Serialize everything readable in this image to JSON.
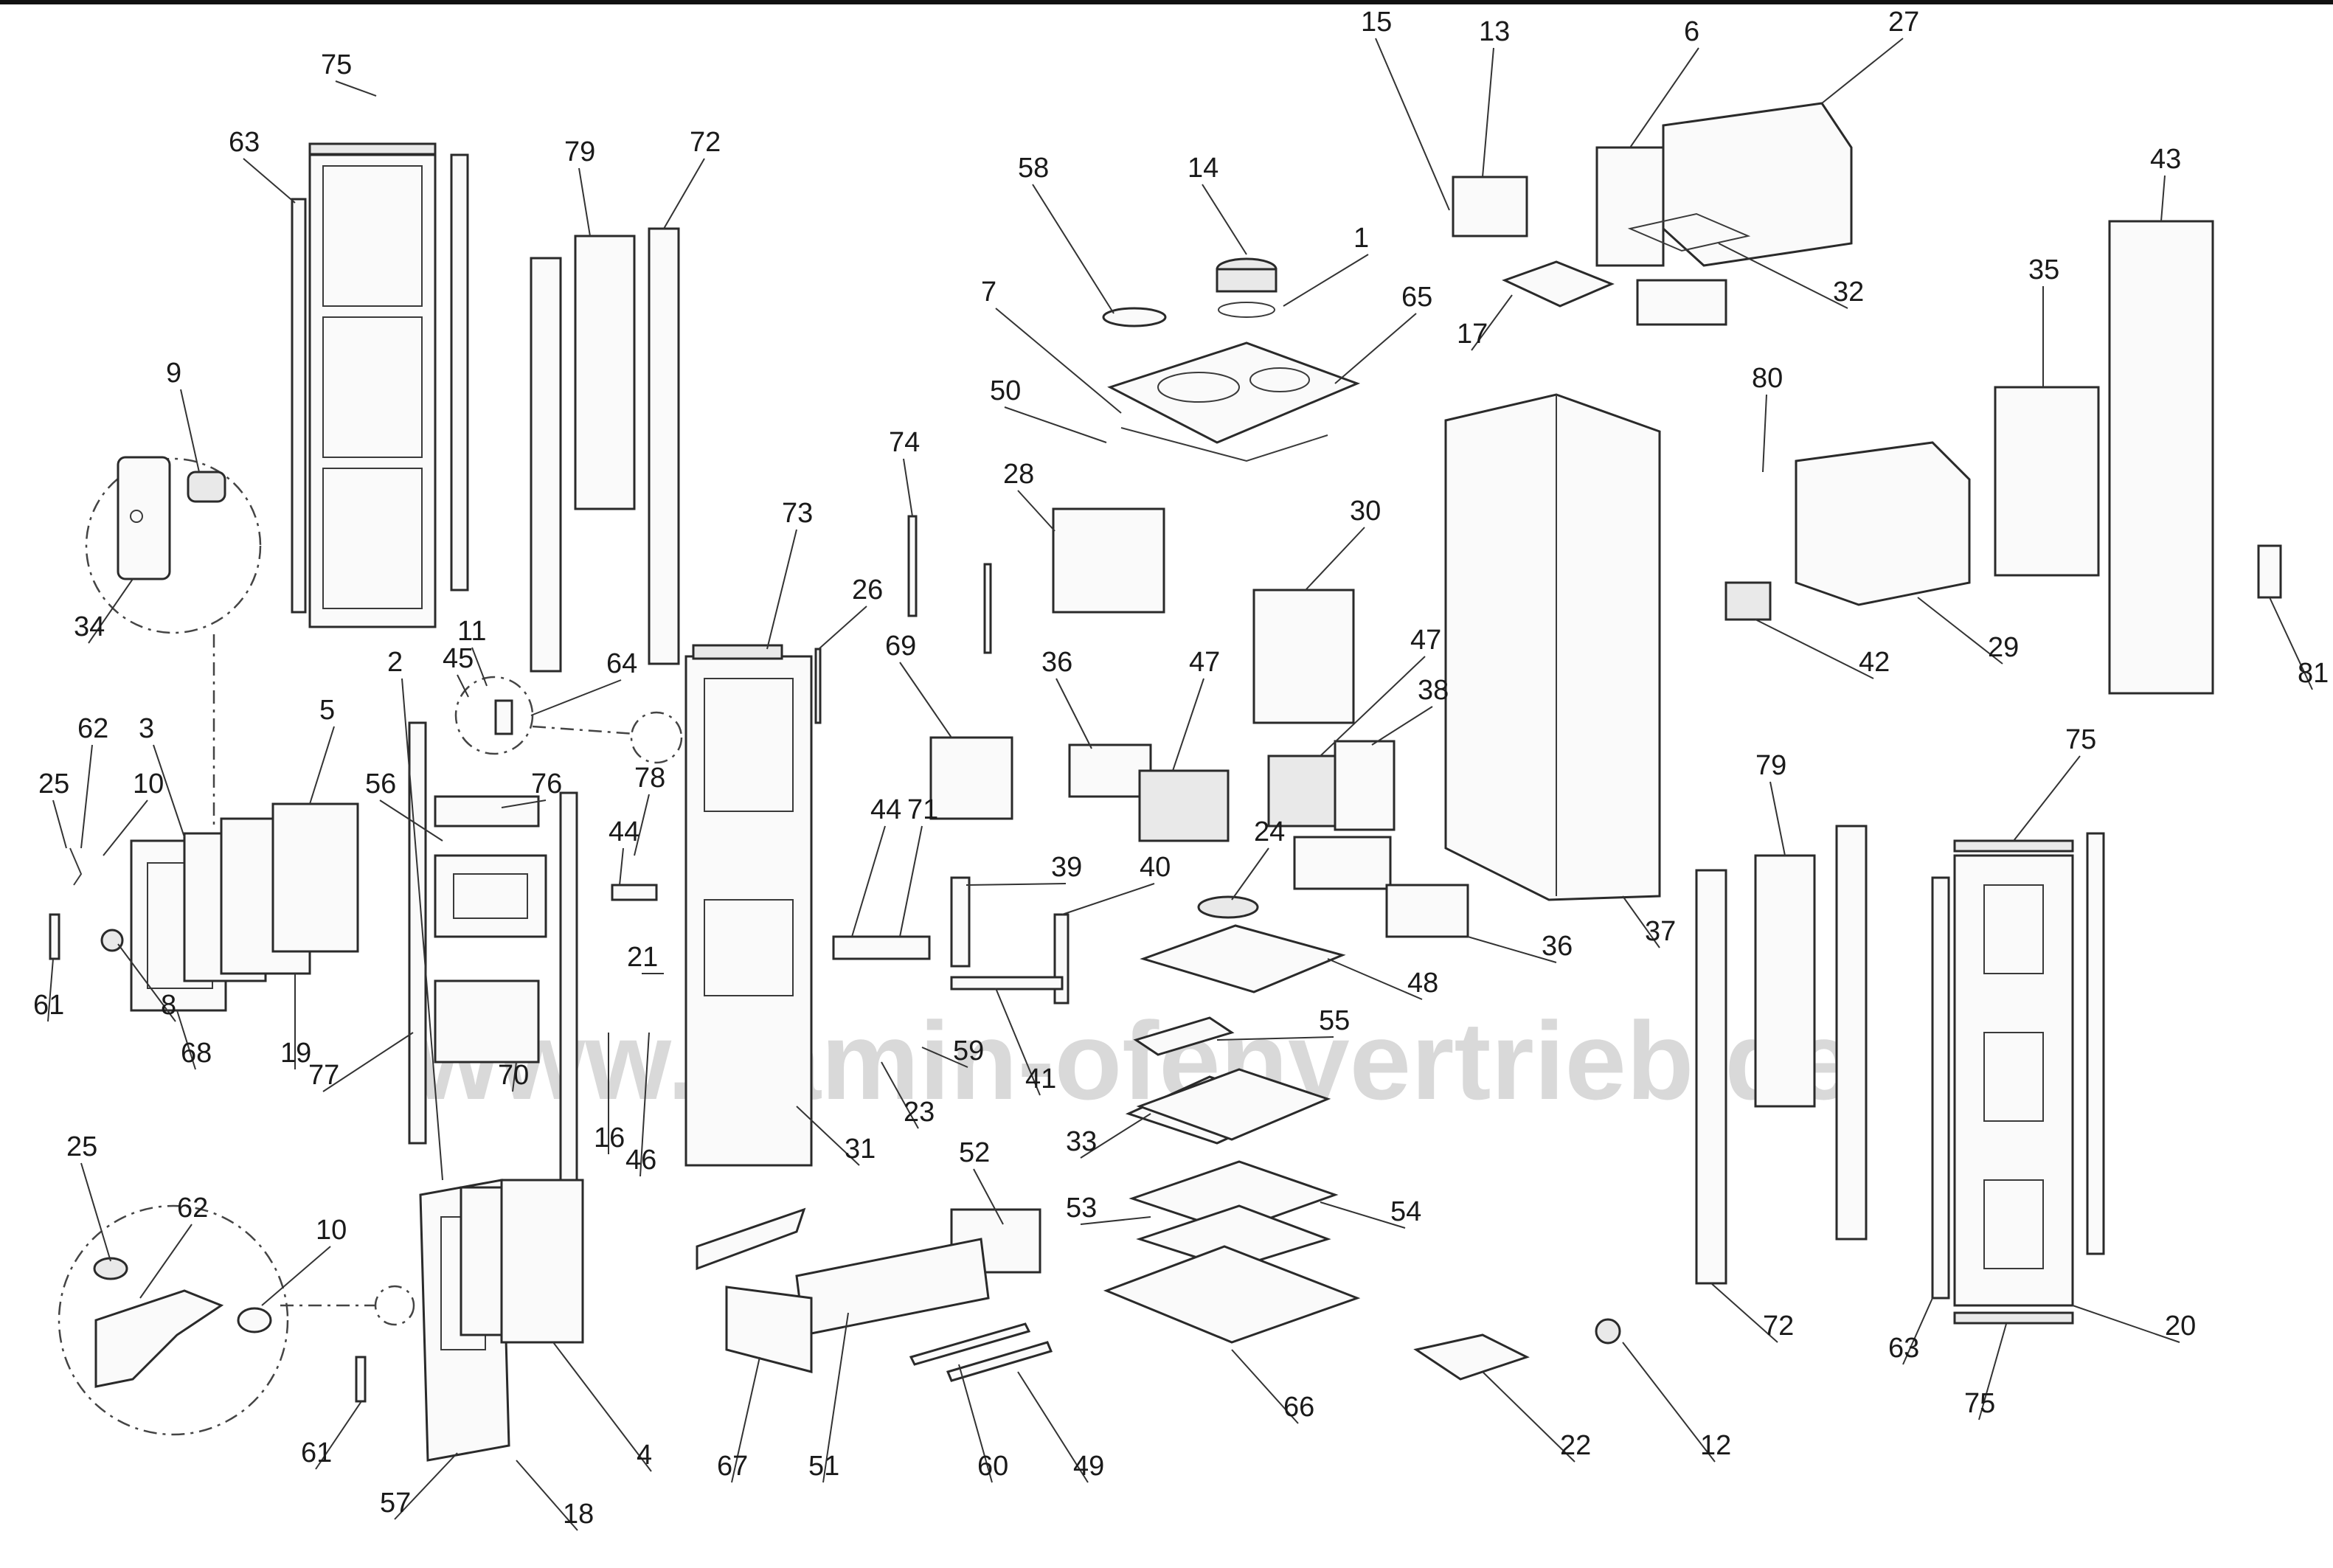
{
  "watermark": "www.kamin-ofenvertrieb.de",
  "callouts": [
    "75",
    "63",
    "79",
    "72",
    "9",
    "34",
    "45",
    "11",
    "64",
    "62",
    "3",
    "5",
    "25",
    "10",
    "56",
    "76",
    "78",
    "44",
    "61",
    "8",
    "68",
    "19",
    "77",
    "70",
    "16",
    "21",
    "46",
    "73",
    "26",
    "31",
    "74",
    "69",
    "71",
    "44",
    "59",
    "23",
    "39",
    "40",
    "41",
    "58",
    "14",
    "1",
    "65",
    "7",
    "50",
    "28",
    "30",
    "36",
    "47",
    "47",
    "38",
    "24",
    "48",
    "55",
    "33",
    "53",
    "54",
    "52",
    "51",
    "60",
    "49",
    "67",
    "66",
    "22",
    "12",
    "15",
    "13",
    "6",
    "27",
    "17",
    "32",
    "37",
    "36",
    "80",
    "43",
    "35",
    "29",
    "42",
    "81",
    "79",
    "72",
    "75",
    "20",
    "63",
    "75",
    "2",
    "4",
    "18",
    "57",
    "25",
    "62",
    "10",
    "61"
  ]
}
